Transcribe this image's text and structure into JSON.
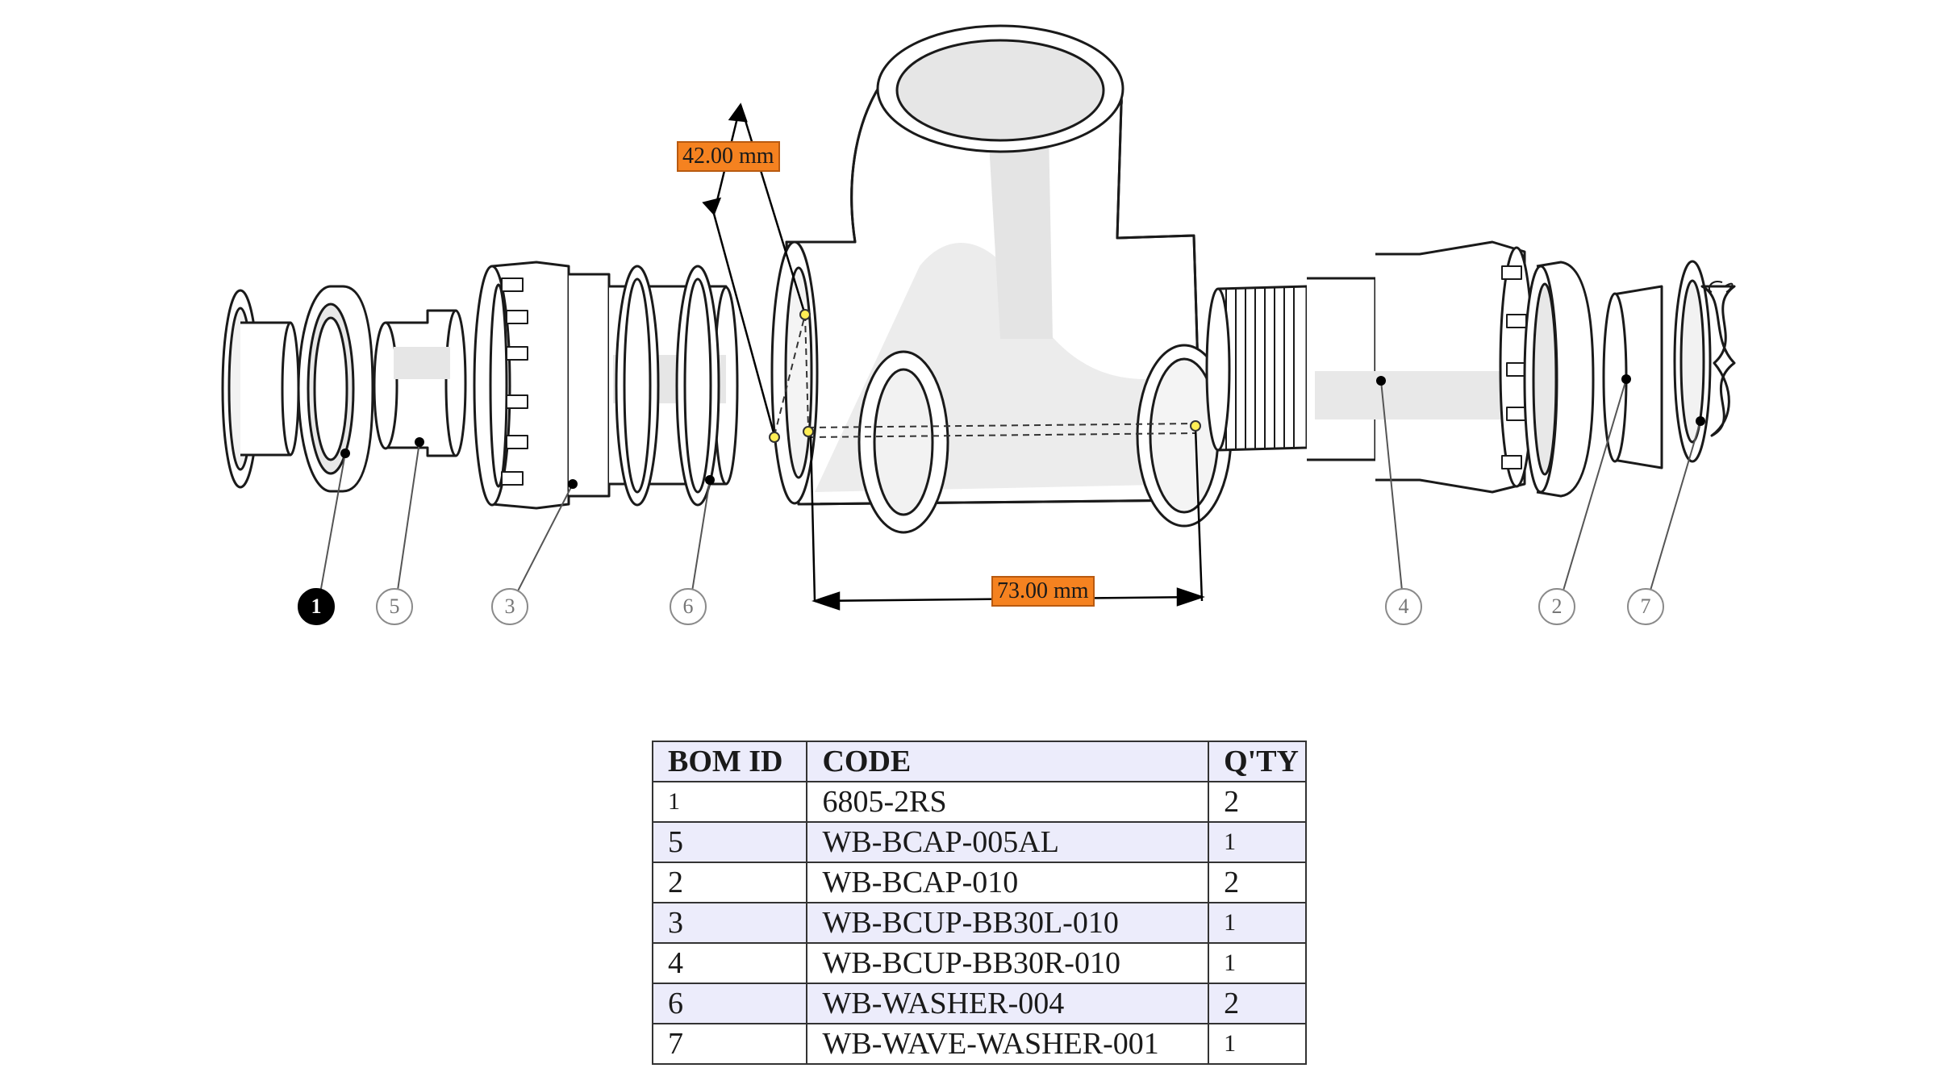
{
  "dimensions": [
    {
      "id": "dim-42",
      "label": "42.00 mm"
    },
    {
      "id": "dim-73",
      "label": "73.00 mm"
    }
  ],
  "callouts": [
    "1",
    "5",
    "3",
    "6",
    "4",
    "2",
    "7"
  ],
  "selected_callout": "1",
  "bom": {
    "headers": [
      "BOM ID",
      "CODE",
      "Q'TY"
    ],
    "rows": [
      {
        "id": "1",
        "code": "6805-2RS",
        "qty": "2"
      },
      {
        "id": "5",
        "code": "WB-BCAP-005AL",
        "qty": "1"
      },
      {
        "id": "2",
        "code": "WB-BCAP-010",
        "qty": "2"
      },
      {
        "id": "3",
        "code": "WB-BCUP-BB30L-010",
        "qty": "1"
      },
      {
        "id": "4",
        "code": "WB-BCUP-BB30R-010",
        "qty": "1"
      },
      {
        "id": "6",
        "code": "WB-WASHER-004",
        "qty": "2"
      },
      {
        "id": "7",
        "code": "WB-WAVE-WASHER-001",
        "qty": "1"
      }
    ]
  },
  "colors": {
    "dimension_label": "#f58220",
    "table_header": "#ececfb",
    "selected_callout": "#000000"
  }
}
